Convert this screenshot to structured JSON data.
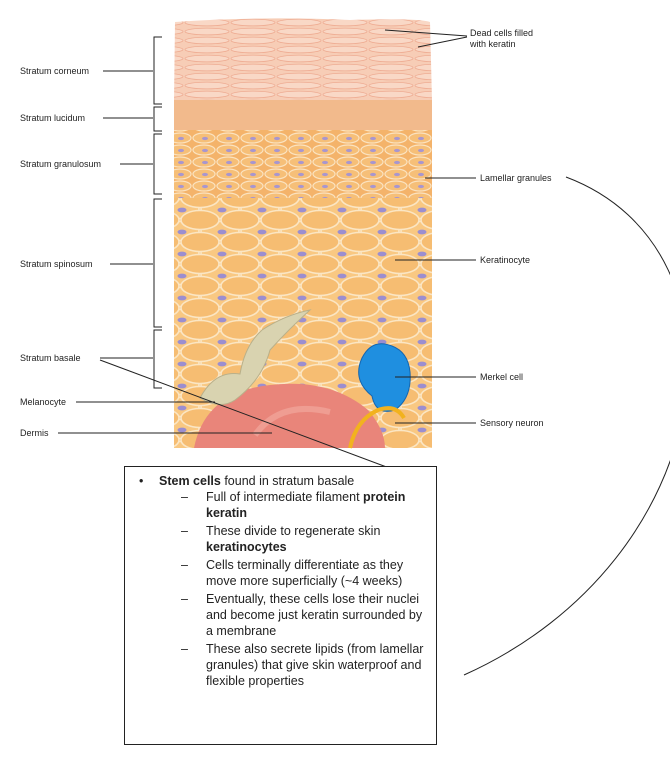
{
  "labels": {
    "left": {
      "corneum": "Stratum corneum",
      "lucidum": "Stratum lucidum",
      "granulosum": "Stratum granulosum",
      "spinosum": "Stratum spinosum",
      "basale": "Stratum basale",
      "melanocyte": "Melanocyte",
      "dermis": "Dermis"
    },
    "right": {
      "dead_line1": "Dead cells filled",
      "dead_line2": "with keratin",
      "lamellar": "Lamellar granules",
      "keratinocyte": "Keratinocyte",
      "merkel": "Merkel cell",
      "sensory": "Sensory neuron"
    }
  },
  "notes": {
    "main_bold": "Stem cells",
    "main_rest": " found in stratum basale",
    "items": [
      {
        "pre": "Full of intermediate filament ",
        "bold": "protein keratin",
        "post": ""
      },
      {
        "pre": "These divide to regenerate skin ",
        "bold": "keratinocytes",
        "post": ""
      },
      {
        "pre": "Cells terminally differentiate as they move more superficially (~4 weeks)",
        "bold": "",
        "post": ""
      },
      {
        "pre": "Eventually, these cells lose their nuclei and become just keratin surrounded by a membrane",
        "bold": "",
        "post": ""
      },
      {
        "pre": "These also secrete lipids (from lamellar granules) that give skin waterproof and flexible properties",
        "bold": "",
        "post": ""
      }
    ]
  },
  "colors": {
    "corneum": "#f6c9b0",
    "lucidum": "#f2b98a",
    "cell_fill": "#f7c27a",
    "cell_edge": "#fbe6c4",
    "nucleus": "#9b8ed0",
    "dermis": "#e9857a",
    "merkel": "#1f8fe0",
    "melanocyte": "#d9d3b0",
    "neuron": "#f2b21e"
  }
}
